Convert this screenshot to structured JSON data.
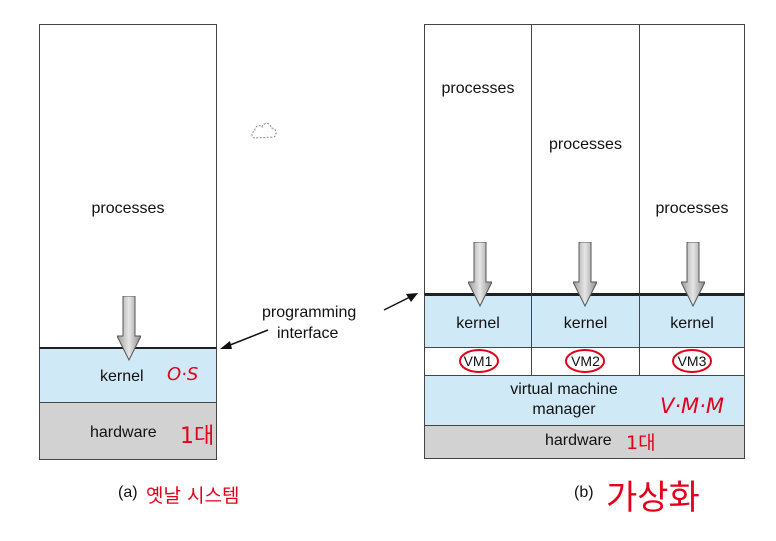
{
  "diagram_a": {
    "processes_label": "processes",
    "kernel_label": "kernel",
    "kernel_note": "O·S",
    "hardware_label": "hardware",
    "hardware_note": "1대",
    "caption": "(a)",
    "caption_note": "옛날 시스템"
  },
  "interface_label_line1": "programming",
  "interface_label_line2": "interface",
  "diagram_b": {
    "columns": [
      {
        "processes_label": "processes",
        "kernel_label": "kernel",
        "vm_label": "VM1"
      },
      {
        "processes_label": "processes",
        "kernel_label": "kernel",
        "vm_label": "VM2"
      },
      {
        "processes_label": "processes",
        "kernel_label": "kernel",
        "vm_label": "VM3"
      }
    ],
    "vmm_label_line1": "virtual machine",
    "vmm_label_line2": "manager",
    "vmm_note": "V·M·M",
    "hardware_label": "hardware",
    "hardware_note": "1대",
    "caption": "(b)",
    "caption_note": "가상화"
  },
  "colors": {
    "kernel_fill": "#cfe9f7",
    "hardware_fill": "#d2d2d2",
    "annotation": "#e3001b",
    "arrow": "#7f7f7f"
  }
}
